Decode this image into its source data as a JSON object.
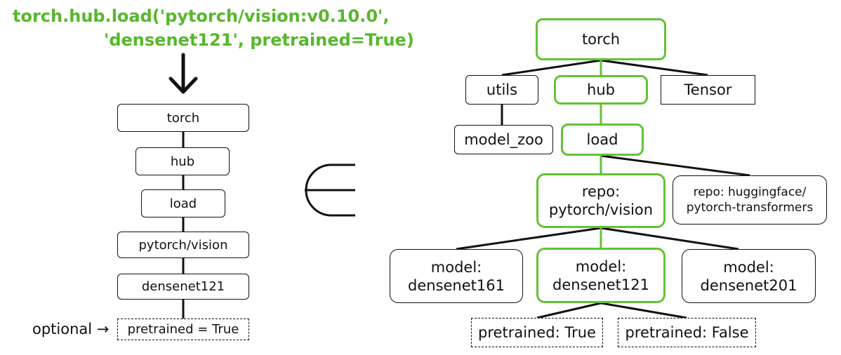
{
  "code": {
    "line1": "torch.hub.load('pytorch/vision:v0.10.0',",
    "line2": "'densenet121', pretrained=True)"
  },
  "left_chain": {
    "torch": "torch",
    "hub": "hub",
    "load": "load",
    "repo": "pytorch/vision",
    "model": "densenet121",
    "pretrained": "pretrained = True",
    "optional_label": "optional →"
  },
  "symbol": "element-of",
  "tree": {
    "torch": "torch",
    "utils": "utils",
    "hub": "hub",
    "tensor": "Tensor",
    "model_zoo": "model_zoo",
    "load": "load",
    "repo_vision": "repo:\npytorch/vision",
    "repo_hf": "repo: huggingface/\npytorch-transformers",
    "model_161": "model:\ndensenet161",
    "model_121": "model:\ndensenet121",
    "model_201": "model:\ndensenet201",
    "pretrained_true": "pretrained: True",
    "pretrained_false": "pretrained: False"
  },
  "colors": {
    "highlight": "#62c236",
    "code_text": "#56b82b",
    "line": "#111111"
  }
}
